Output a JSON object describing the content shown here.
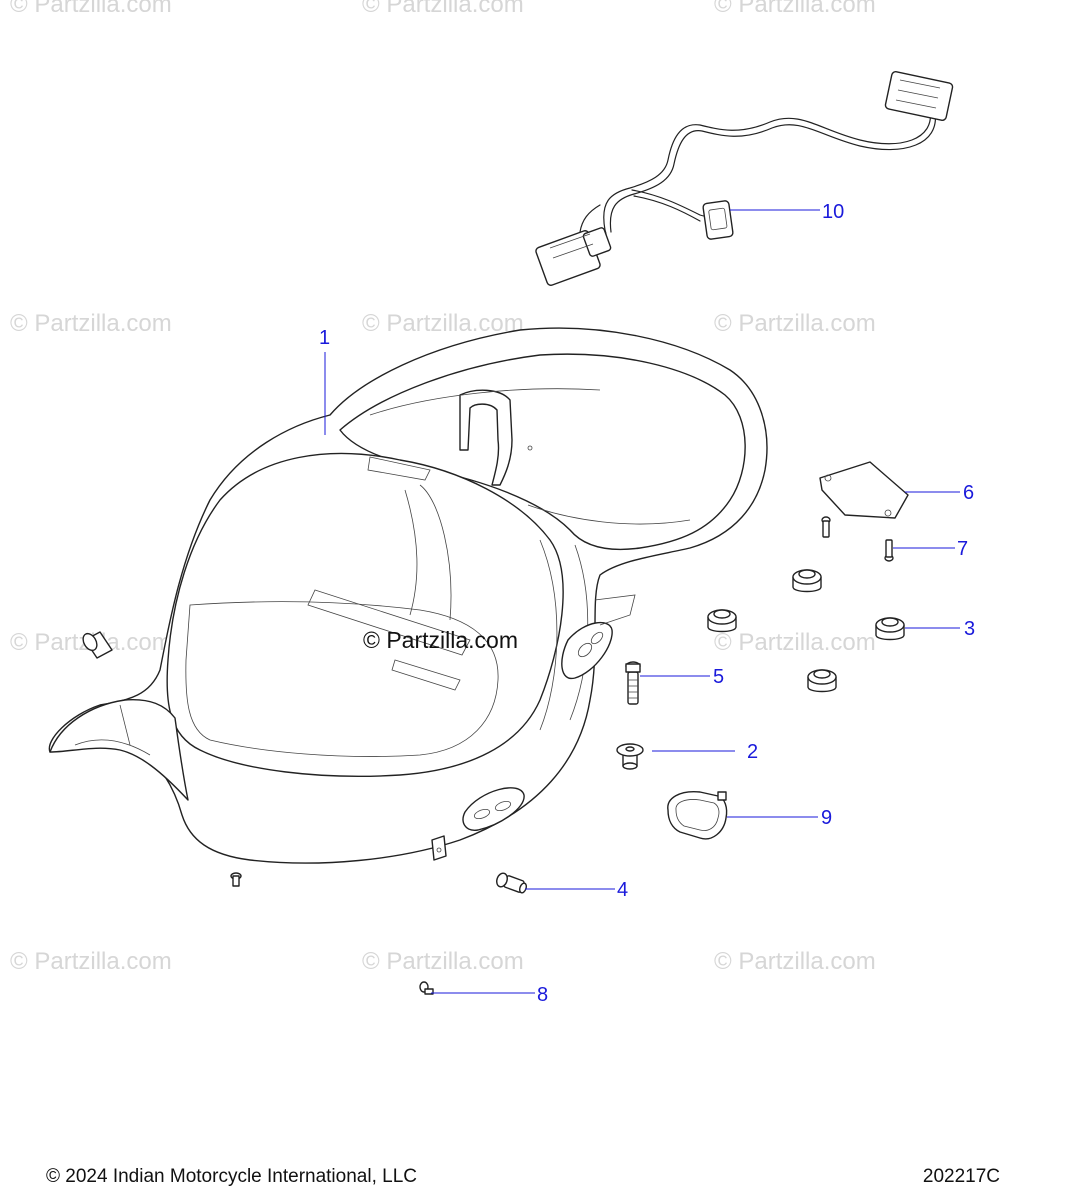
{
  "watermark": {
    "text": "© Partzilla.com"
  },
  "center_watermark": "© Partzilla.com",
  "callouts": [
    "1",
    "2",
    "3",
    "4",
    "5",
    "6",
    "7",
    "8",
    "9",
    "10"
  ],
  "footer": {
    "copyright": "© 2024 Indian Motorcycle International, LLC",
    "drawing_number": "202217C"
  }
}
